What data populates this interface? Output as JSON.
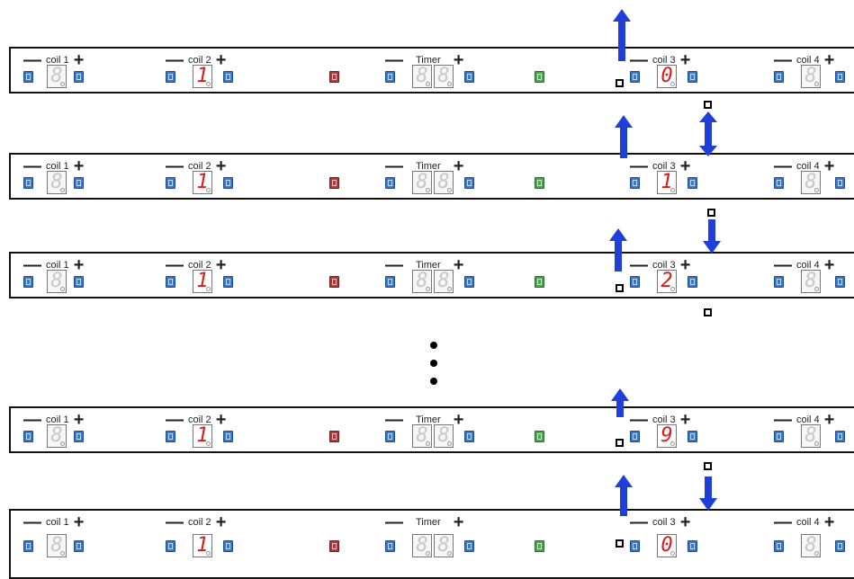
{
  "labels": {
    "coil1": "coil 1",
    "coil2": "coil 2",
    "timer": "Timer",
    "coil3": "coil 3",
    "coil4": "coil 4"
  },
  "symbols": {
    "minus": "—",
    "plus": "+"
  },
  "panels": [
    {
      "coil1": "8",
      "coil2": "1",
      "timer_a": "8",
      "timer_b": "8",
      "coil3": "0",
      "coil4": "8"
    },
    {
      "coil1": "8",
      "coil2": "1",
      "timer_a": "8",
      "timer_b": "8",
      "coil3": "1",
      "coil4": "8"
    },
    {
      "coil1": "8",
      "coil2": "1",
      "timer_a": "8",
      "timer_b": "8",
      "coil3": "2",
      "coil4": "8"
    },
    {
      "coil1": "8",
      "coil2": "1",
      "timer_a": "8",
      "timer_b": "8",
      "coil3": "9",
      "coil4": "8"
    },
    {
      "coil1": "8",
      "coil2": "1",
      "timer_a": "8",
      "timer_b": "8",
      "coil3": "0",
      "coil4": "8"
    }
  ],
  "colors": {
    "button_blue": "#3b76c8",
    "button_red": "#b23a3a",
    "button_green": "#4fa54f",
    "arrow": "#1f3fd8",
    "digit_on": "#e01818"
  }
}
